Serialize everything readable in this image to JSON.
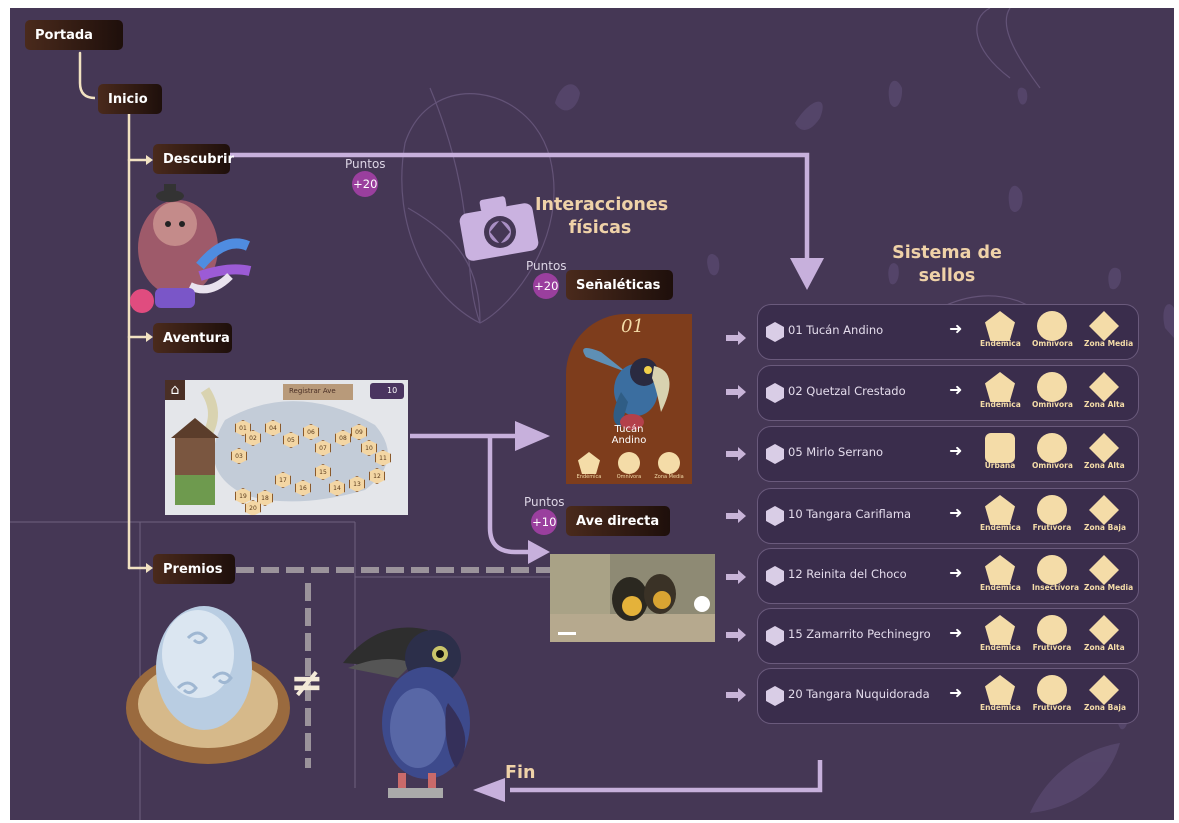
{
  "nodes": {
    "portada": "Portada",
    "inicio": "Inicio",
    "descubrir": "Descubrir",
    "aventura": "Aventura",
    "premios": "Premios",
    "senaleticas": "Señaléticas",
    "ave_directa": "Ave directa"
  },
  "points": {
    "label": "Puntos",
    "descubrir": "+20",
    "senaleticas": "+20",
    "ave_directa": "+10"
  },
  "headings": {
    "interacciones_1": "Interacciones",
    "interacciones_2": "físicas",
    "sellos_1": "Sistema de",
    "sellos_2": "sellos",
    "fin": "Fin"
  },
  "card": {
    "number": "01",
    "name_1": "Tucán",
    "name_2": "Andino",
    "stamps": [
      "Endémica",
      "Omnívora",
      "Zona Media"
    ]
  },
  "game_map": {
    "register": "Registrar Ave",
    "counter": "10",
    "levels": [
      "01",
      "02",
      "03",
      "04",
      "05",
      "06",
      "07",
      "08",
      "09",
      "10",
      "11",
      "12",
      "13",
      "14",
      "15",
      "16",
      "17",
      "18",
      "19",
      "20"
    ]
  },
  "birds": [
    {
      "name": "01 Tucán Andino",
      "stamps": [
        "Endémica",
        "Omnívora",
        "Zona Media"
      ]
    },
    {
      "name": "02  Quetzal Crestado",
      "stamps": [
        "Endémica",
        "Omnívora",
        "Zona Alta"
      ]
    },
    {
      "name": "05 Mirlo Serrano",
      "stamps": [
        "Urbana",
        "Omnívora",
        "Zona Alta"
      ]
    },
    {
      "name": "10  Tangara Cariflama",
      "stamps": [
        "Endémica",
        "Frutívora",
        "Zona Baja"
      ]
    },
    {
      "name": "12  Reinita del Choco",
      "stamps": [
        "Endémica",
        "Insectívora",
        "Zona Media"
      ]
    },
    {
      "name": "15  Zamarrito Pechinegro",
      "stamps": [
        "Endémica",
        "Frutívora",
        "Zona Alta"
      ]
    },
    {
      "name": "20 Tangara Nuquidorada",
      "stamps": [
        "Endémica",
        "Frutívora",
        "Zona Baja"
      ]
    }
  ],
  "symbols": {
    "not_equal": "≠",
    "arrow": "➜"
  }
}
